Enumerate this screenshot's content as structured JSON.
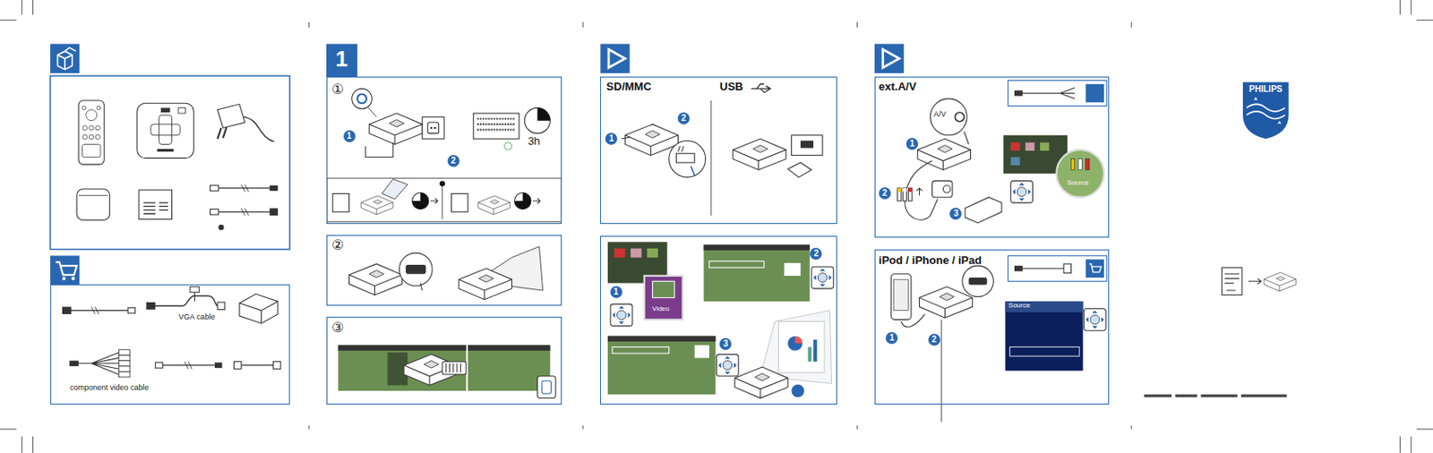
{
  "diagram": {
    "nodes": [
      {
        "text": [
          "VGA cable",
          "component video cable"
        ]
      },
      {
        "text": [
          "①",
          "1",
          "2",
          "3h"
        ]
      },
      {
        "text": [
          "②"
        ]
      },
      {
        "text": [
          "③"
        ]
      },
      {
        "text": [
          "SD/MMC",
          "USB",
          "1",
          "2"
        ]
      },
      {
        "text": [
          "1",
          "Video",
          "2",
          "3"
        ]
      },
      {
        "text": [
          "ext.A/V",
          "A/V",
          "1",
          "2",
          "3",
          "Source"
        ]
      },
      {
        "text": [
          "iPod / iPhone / iPad",
          "1",
          "2",
          "Source"
        ]
      }
    ],
    "labels": [
      "1",
      "PHILIPS"
    ]
  }
}
